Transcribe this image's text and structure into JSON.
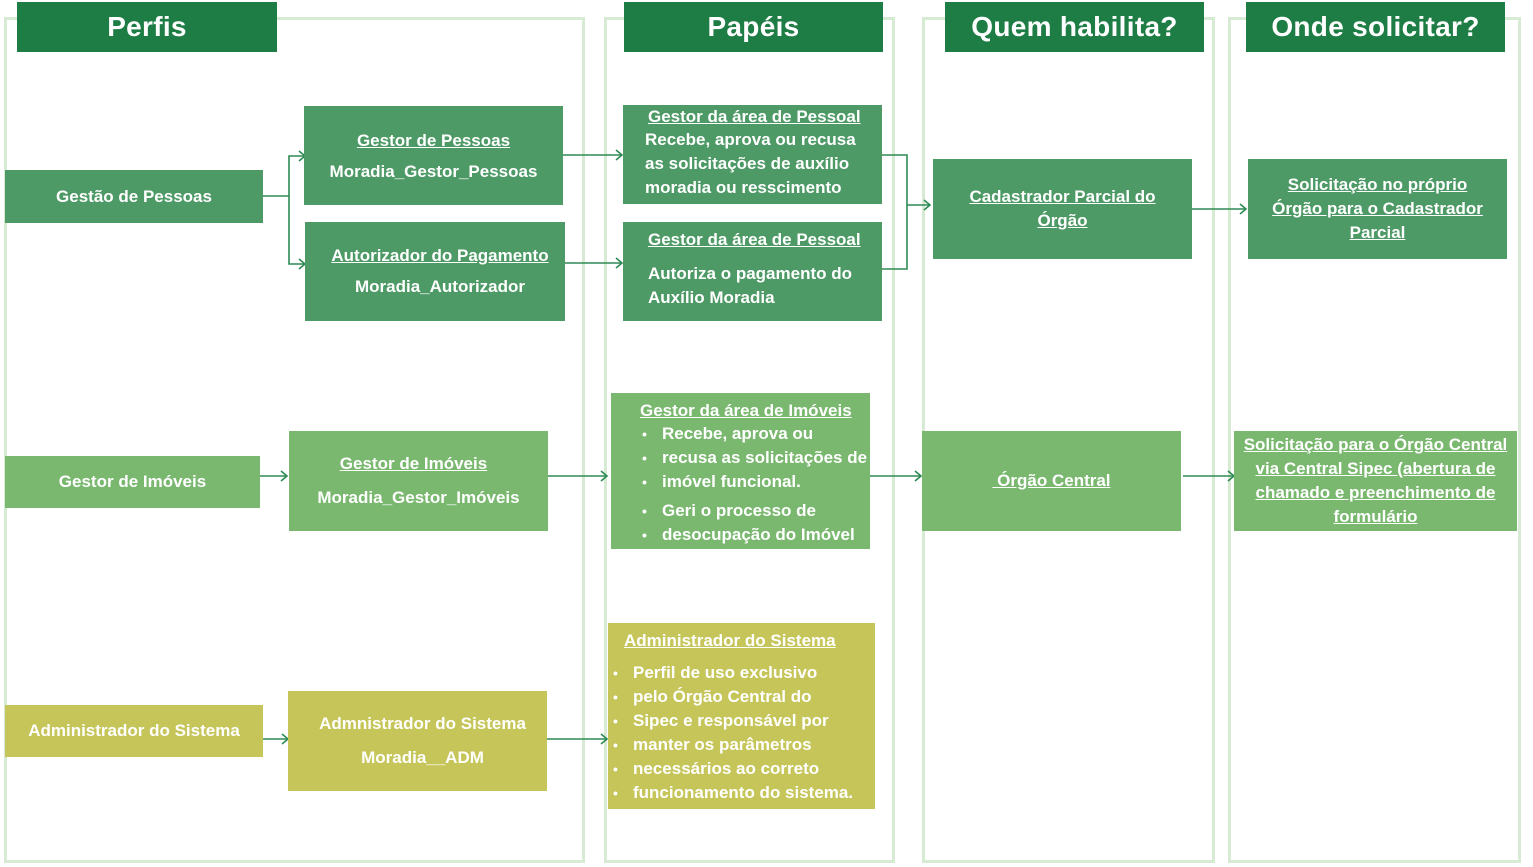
{
  "lanes": {
    "perfis": "Perfis",
    "papeis": "Papéis",
    "quem": "Quem habilita?",
    "onde": "Onde solicitar?"
  },
  "perfis": {
    "gestao_pessoas": "Gestão de Pessoas",
    "gestor_imoveis": "Gestor de Imóveis",
    "admin": "Administrador do Sistema"
  },
  "sistema": {
    "gestor_pessoas": {
      "title": "Gestor de Pessoas",
      "role": "Moradia_Gestor_Pessoas"
    },
    "autorizador": {
      "title": "Autorizador do Pagamento",
      "role": "Moradia_Autorizador"
    },
    "gestor_imoveis": {
      "title": "Gestor de Imóveis",
      "role": "Moradia_Gestor_Imóveis"
    },
    "admin": {
      "title": "Admnistrador do Sistema",
      "role": "Moradia__ADM"
    }
  },
  "papeis": {
    "pessoal1": {
      "title": "Gestor da área de Pessoal",
      "lines": [
        "Recebe, aprova ou recusa",
        "as solicitações de auxílio",
        "moradia ou resscimento"
      ]
    },
    "pessoal2": {
      "title": "Gestor da área de Pessoal",
      "lines": [
        "Autoriza o pagamento do",
        "Auxílio Moradia"
      ]
    },
    "imoveis": {
      "title": "Gestor da área de Imóveis",
      "bullet1": [
        "Recebe, aprova ou",
        "recusa as solicitações de",
        "imóvel funcional."
      ],
      "bullet2": [
        "Geri  o processo  de",
        "desocupação do Imóvel"
      ]
    },
    "admin": {
      "title": "Administrador do Sistema",
      "bullet1": [
        "Perfil de uso exclusivo",
        "pelo Órgão Central do",
        "Sipec e responsável por",
        "manter os parâmetros",
        "necessários ao correto",
        "funcionamento do sistema."
      ]
    }
  },
  "quem": {
    "cadastrador": [
      "Cadastrador Parcial do",
      "Órgão"
    ],
    "orgao_central": " Órgão Central"
  },
  "onde": {
    "proprio": [
      "Solicitação no próprio",
      "Órgão para o Cadastrador",
      "Parcial"
    ],
    "central": [
      "Solicitação para o Órgão Central",
      "via Central Sipec (abertura de",
      "chamado e preenchimento de",
      "formulário"
    ]
  },
  "colors": {
    "header": "#1e7d45",
    "medium_green": "#4e9a66",
    "light_green": "#7ab870",
    "olive": "#c6c55a",
    "lane_border": "#d7ead3",
    "arrow": "#2e8a55"
  }
}
